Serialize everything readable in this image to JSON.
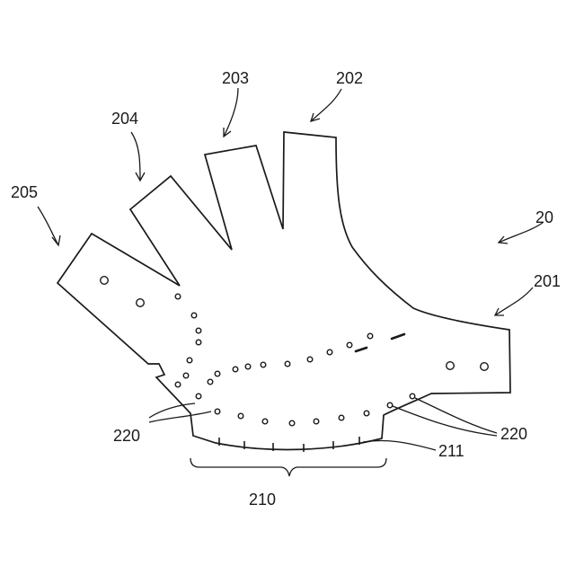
{
  "figure": {
    "labels": {
      "part_20": "20",
      "part_201": "201",
      "part_202": "202",
      "part_203": "203",
      "part_204": "204",
      "part_205": "205",
      "part_210": "210",
      "part_211": "211",
      "part_220_left": "220",
      "part_220_right": "220"
    }
  }
}
